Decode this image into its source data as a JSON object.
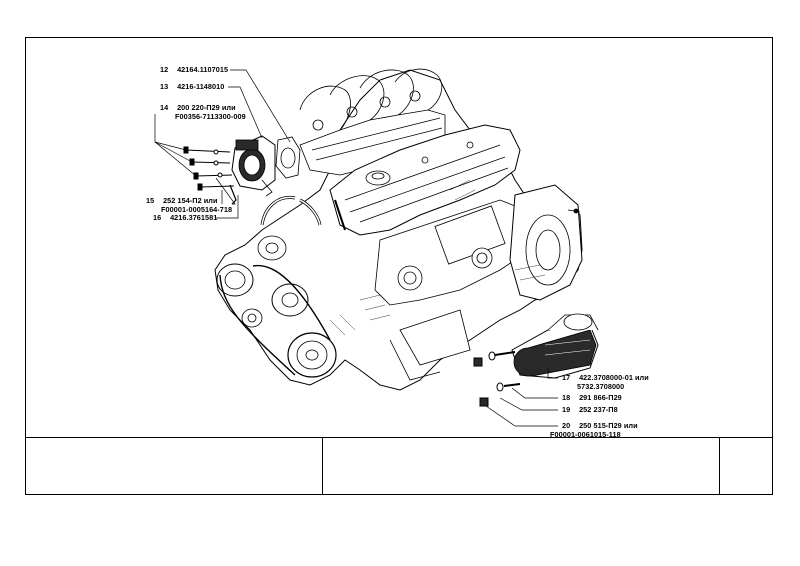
{
  "callouts": [
    {
      "num": "12",
      "code": "42164.1107015",
      "alt": ""
    },
    {
      "num": "13",
      "code": "4216-1148010",
      "alt": ""
    },
    {
      "num": "14",
      "code": "200 220-П29 или",
      "alt": "F00356-7113300-009"
    },
    {
      "num": "15",
      "code": "252 154-П2 или",
      "alt": "F00001-0005164-718"
    },
    {
      "num": "16",
      "code": "4216.3761581",
      "alt": ""
    },
    {
      "num": "17",
      "code": "422.3708000-01 или",
      "alt": "5732.3708000"
    },
    {
      "num": "18",
      "code": "291 866-П29",
      "alt": ""
    },
    {
      "num": "19",
      "code": "252 237-П8",
      "alt": ""
    },
    {
      "num": "20",
      "code": "250 515-П29 или",
      "alt": "F00001-0061015-118"
    }
  ],
  "colors": {
    "ink": "#000000",
    "paper": "#ffffff",
    "shade": "#2a2a2a"
  }
}
